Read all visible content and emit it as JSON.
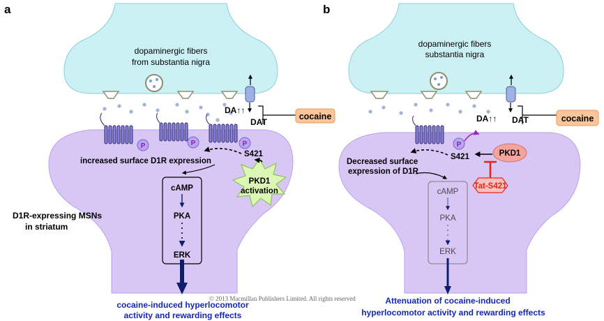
{
  "panel_a": {
    "letter": "a",
    "fibers_line1": "dopaminergic fibers",
    "fibers_line2": "from substantia nigra",
    "da": "DA",
    "da_arrows": "↑↑",
    "dat": "DAT",
    "cocaine": "cocaine",
    "phospho": "P",
    "s421": "S421",
    "increased_label": "increased surface D1R expression",
    "pkd1_line1": "PKD1",
    "pkd1_line2": "activation",
    "camp": "cAMP",
    "pka": "PKA",
    "erk": "ERK",
    "msn_line1": "D1R-expressing MSNs",
    "msn_line2": "in striatum",
    "outcome_line1": "cocaine-induced hyperlocomotor",
    "outcome_line2": "activity and rewarding effects"
  },
  "panel_b": {
    "letter": "b",
    "fibers_line1": "dopaminergic fibers",
    "fibers_line2": "substantia nigra",
    "da": "DA",
    "da_arrows": "↑↑",
    "dat": "DAT",
    "cocaine": "cocaine",
    "phospho": "P",
    "s421": "S421",
    "pkd1": "PKD1",
    "tat": "Tat-S421",
    "decreased_line1": "Decreased surface",
    "decreased_line2": "expression of D1R",
    "camp": "cAMP",
    "pka": "PKA",
    "erk": "ERK",
    "outcome_line1": "Attenuation of cocaine-induced",
    "outcome_line2": "hyperlocomotor activity and rewarding effects"
  },
  "copyright": "© 2013 Macmillan Publishers Limited. All rights reserved",
  "colors": {
    "terminal_fill": "#ccf1f5",
    "terminal_stroke": "#8ccfd8",
    "neuron_fill": "#d8c6f5",
    "neuron_stroke": "#b9a3e8",
    "receptor": "#8a7fd6",
    "phospho_fill": "#b9a6f0",
    "phospho_text": "#8a1fb3",
    "cocaine_fill": "#fbc59a",
    "pkd1_burst": "#dcf7b5",
    "pkd1_oval": "#f2a49d",
    "tat_fill": "#f7c2be",
    "inhibit": "#e8231a",
    "dark_arrow": "#0c1f6b",
    "outcome_text": "#1626b8"
  }
}
